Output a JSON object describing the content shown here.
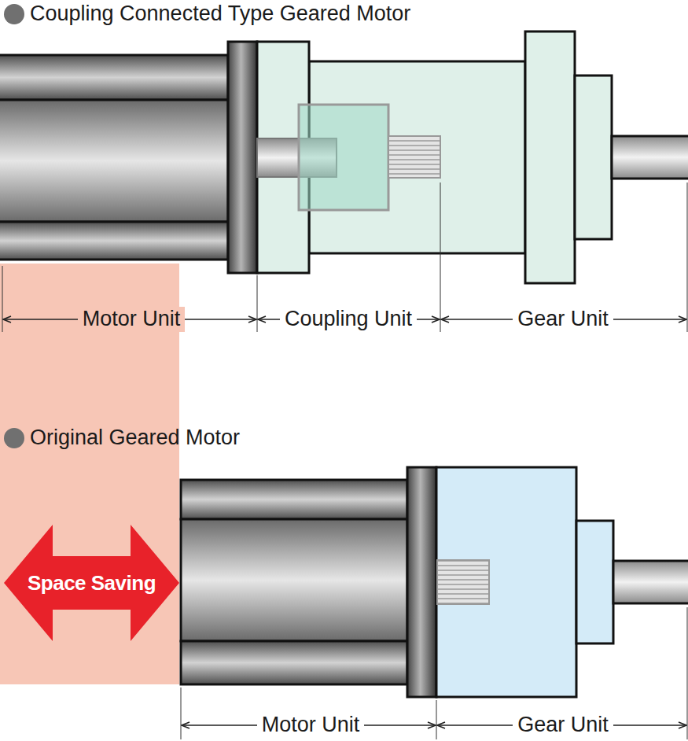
{
  "diagram": {
    "nodes": [
      {
        "text": [
          "Space Saving"
        ]
      }
    ],
    "labels": [
      "Coupling Connected Type Geared Motor",
      "Motor Unit",
      "Coupling Unit",
      "Gear Unit",
      "Original Geared Motor",
      "Motor Unit",
      "Gear Unit"
    ]
  }
}
